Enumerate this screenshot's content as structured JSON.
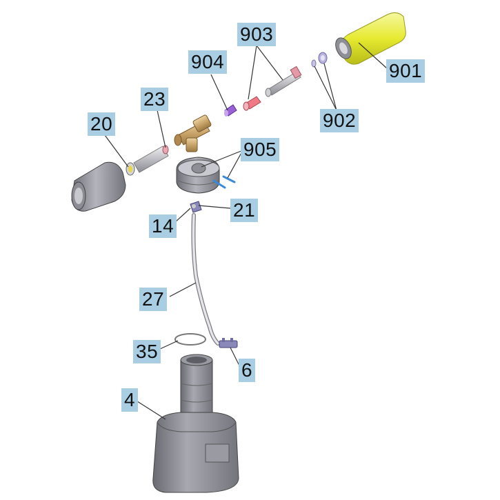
{
  "labels": {
    "p901": "901",
    "p902": "902",
    "p903": "903",
    "p904": "904",
    "p905": "905",
    "p23": "23",
    "p20": "20",
    "p21": "21",
    "p14": "14",
    "p27": "27",
    "p35": "35",
    "p6": "6",
    "p4": "4"
  },
  "colors": {
    "callout_bg": "#a9cde3",
    "leader": "#333333",
    "handle_yellow": "#e8ec3c",
    "brass": "#c9a46a",
    "tank_gray": "#8a8a90",
    "cap_gray": "#9a9aa2",
    "violet_part": "#8a55c8",
    "pink_part": "#e26a78",
    "blue_pin": "#3a8ad8"
  }
}
